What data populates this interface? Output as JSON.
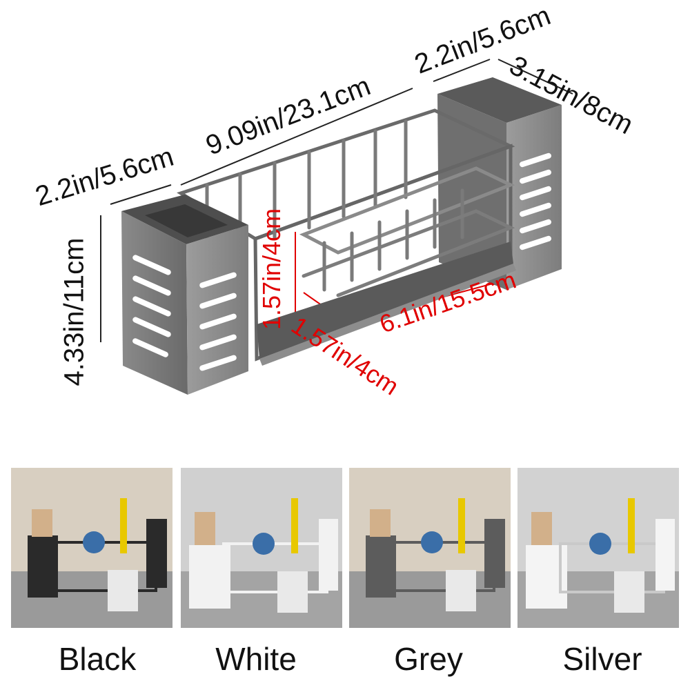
{
  "dimensions": {
    "left_cup_width": "2.2in/5.6cm",
    "basket_length": "9.09in/23.1cm",
    "right_cup_width": "2.2in/5.6cm",
    "depth": "3.15in/8cm",
    "height": "4.33in/11cm",
    "inner_height": "1.57in/4cm",
    "inner_depth": "1.57in/4cm",
    "inner_length": "6.1in/15.5cm"
  },
  "colors_label": {
    "black": "Black",
    "white": "White",
    "grey": "Grey",
    "silver": "Silver"
  },
  "palette": {
    "dimension_text": "#111111",
    "inner_dimension_text": "#e00000",
    "black_finish": "#2a2a2a",
    "white_finish": "#f2f2f2",
    "grey_finish": "#5c5c5c",
    "silver_finish": "#c9c9c9"
  }
}
